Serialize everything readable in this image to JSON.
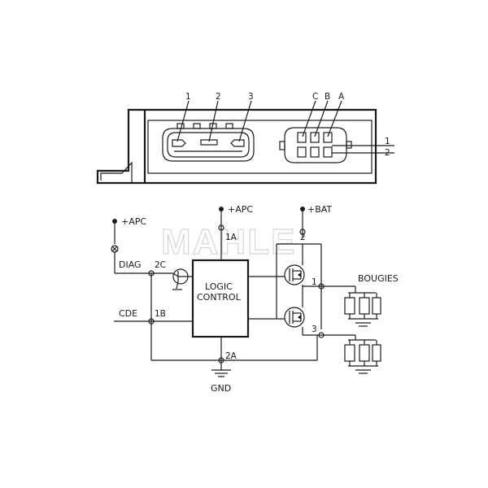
{
  "connector": {
    "left_pins": [
      "1",
      "2",
      "3"
    ],
    "right_pins": [
      "C",
      "B",
      "A"
    ],
    "side_pins": [
      "1",
      "2"
    ]
  },
  "schematic": {
    "apc_left": "+APC",
    "apc_top": "+APC",
    "bat": "+BAT",
    "diag": "DIAG",
    "cde": "CDE",
    "pin_2c": "2C",
    "pin_1b": "1B",
    "pin_1a": "1A",
    "pin_2a": "2A",
    "pin_2": "2",
    "pin_1": "1",
    "pin_3": "3",
    "logic_line1": "LOGIC",
    "logic_line2": "CONTROL",
    "gnd": "GND",
    "bougies": "BOUGIES"
  },
  "watermark": "MAHLE"
}
